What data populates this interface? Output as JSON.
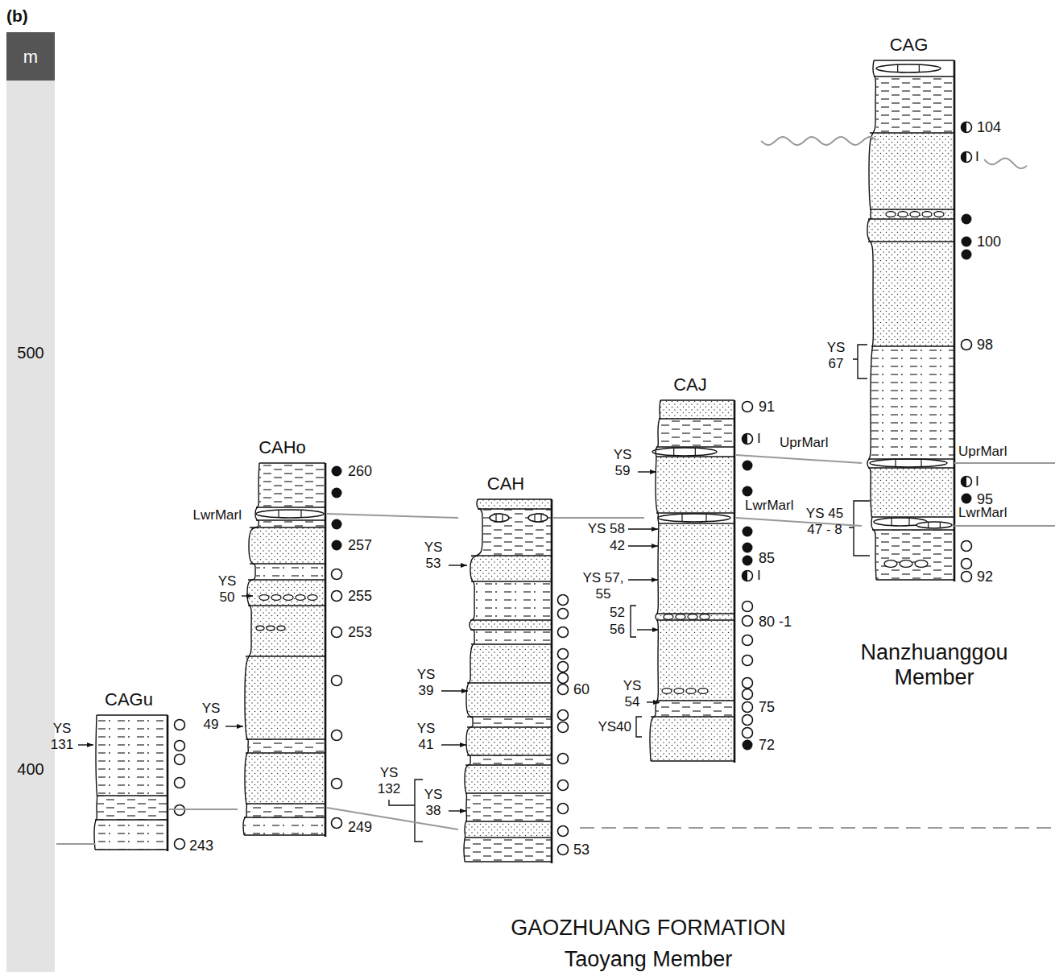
{
  "diagram": {
    "nodes": [
      {
        "text": [
          "CAGu"
        ]
      },
      {
        "text": [
          "CAHo"
        ]
      },
      {
        "text": [
          "CAH"
        ]
      },
      {
        "text": [
          "CAJ"
        ]
      },
      {
        "text": [
          "CAG"
        ]
      }
    ],
    "edges": [
      {
        "from": 0,
        "to": 1,
        "arrow": "none"
      },
      {
        "from": 1,
        "to": 2,
        "arrow": "none"
      },
      {
        "from": 1,
        "to": 2,
        "arrow": "none"
      },
      {
        "from": 2,
        "to": 3,
        "arrow": "none"
      },
      {
        "from": 3,
        "to": 4,
        "arrow": "none"
      },
      {
        "from": 3,
        "to": 4,
        "arrow": "none"
      }
    ],
    "labels": [
      "(b)",
      "m",
      "500",
      "400",
      "YS 131",
      "243",
      "260",
      "257",
      "YS 50",
      "255",
      "253",
      "YS 49",
      "249",
      "LwrMarl",
      "YS 53",
      "60",
      "YS 39",
      "YS 41",
      "YS 132",
      "YS 38",
      "53",
      "91",
      "I",
      "UprMarl",
      "YS 59",
      "LwrMarl",
      "YS 58",
      "42",
      "85",
      "I",
      "YS 57, 55",
      "80 -1",
      "52",
      "56",
      "YS 54",
      "75",
      "YS40",
      "72",
      "104",
      "I",
      "100",
      "YS 67",
      "98",
      "UprMarl",
      "I",
      "95",
      "LwrMarl",
      "YS 45 47 - 8",
      "92",
      "Nanzhuanggou Member",
      "GAOZHUANG FORMATION",
      "Taoyang Member"
    ]
  }
}
